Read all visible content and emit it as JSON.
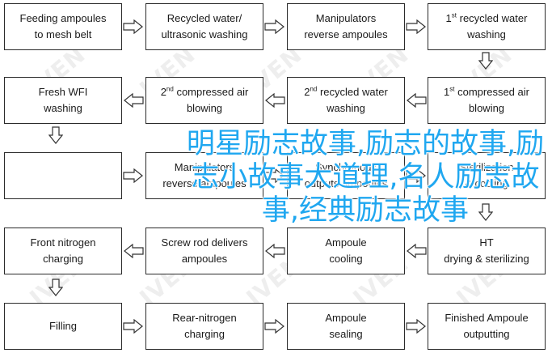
{
  "diagram": {
    "row1": [
      {
        "line1": "Feeding ampoules",
        "line2": "to mesh belt"
      },
      {
        "line1": "Recycled water/",
        "line2": "ultrasonic washing"
      },
      {
        "line1": "Manipulators",
        "line2": "reverse ampoules"
      },
      {
        "line1_num": "1",
        "line1_sup": "st",
        "line1_text": " recycled water",
        "line2": "washing"
      }
    ],
    "row2": [
      {
        "line1": "Fresh WFI",
        "line2": "washing"
      },
      {
        "line1_num": "2",
        "line1_sup": "nd",
        "line1_text": " compressed air",
        "line2": "blowing"
      },
      {
        "line1_num": "2",
        "line1_sup": "nd",
        "line1_text": " recycled water",
        "line2": "washing"
      },
      {
        "line1_num": "1",
        "line1_sup": "st",
        "line1_text": " compressed air",
        "line2": "blowing"
      }
    ],
    "row3": [
      {
        "line1": "",
        "line2": ""
      },
      {
        "line1": "Manipulators",
        "line2": "reverse ampoules"
      },
      {
        "line1": "Synchronous",
        "line2": "outputs ampoules"
      },
      {
        "line1": "Sterilization",
        "line2": "& cooling"
      }
    ],
    "row4": [
      {
        "line1": "Front nitrogen",
        "line2": "charging"
      },
      {
        "line1": "Screw rod delivers",
        "line2": "ampoules"
      },
      {
        "line1": "Ampoule",
        "line2": "cooling"
      },
      {
        "line1": "HT",
        "line2": "drying & sterilizing"
      }
    ],
    "row5": [
      {
        "line1": "Filling",
        "line2": ""
      },
      {
        "line1": "Rear-nitrogen",
        "line2": "charging"
      },
      {
        "line1": "Ampoule",
        "line2": "sealing"
      },
      {
        "line1": "Finished Ampoule",
        "line2": "outputting"
      }
    ]
  },
  "watermark": "IVEN",
  "overlay_title": "明星励志故事,励志的故事,励志小故事大道理,名人励志故事,经典励志故事",
  "colors": {
    "overlay_text": "#1fa7f0",
    "border": "#2b2b2b",
    "watermark": "#969696"
  }
}
